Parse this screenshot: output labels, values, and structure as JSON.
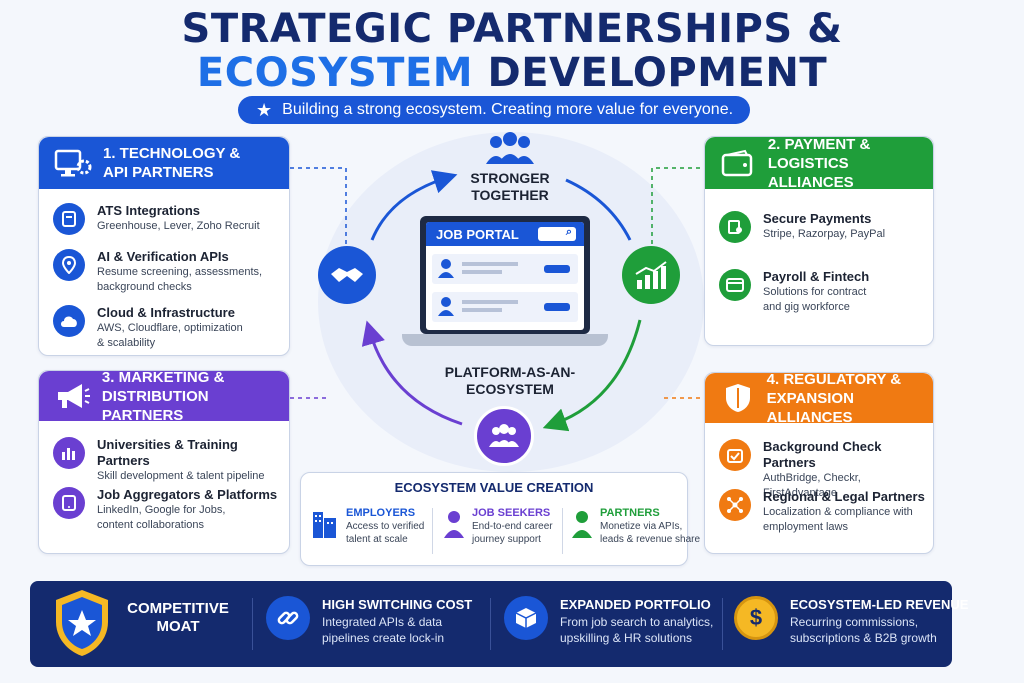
{
  "header": {
    "title_line1": "STRATEGIC PARTNERSHIPS &",
    "title_line2_accent": "ECOSYSTEM",
    "title_line2_rest": "DEVELOPMENT",
    "subtitle": "Building a strong ecosystem. Creating more value for everyone."
  },
  "colors": {
    "navy": "#142a6e",
    "blue": "#1a56d6",
    "green": "#1f9e3a",
    "purple": "#6a3fd1",
    "orange": "#f07a12"
  },
  "tech": {
    "title_l1": "1. TECHNOLOGY &",
    "title_l2": "API PARTNERS",
    "items": [
      {
        "title": "ATS Integrations",
        "d1": "Greenhouse, Lever, Zoho Recruit",
        "d2": ""
      },
      {
        "title": "AI & Verification APIs",
        "d1": "Resume screening, assessments,",
        "d2": "background checks"
      },
      {
        "title": "Cloud & Infrastructure",
        "d1": "AWS, Cloudflare, optimization",
        "d2": "& scalability"
      }
    ]
  },
  "payment": {
    "title_l1": "2. PAYMENT &",
    "title_l2": "LOGISTICS ALLIANCES",
    "items": [
      {
        "title": "Secure Payments",
        "d1": "Stripe, Razorpay, PayPal",
        "d2": ""
      },
      {
        "title": "Payroll & Fintech",
        "d1": "Solutions for contract",
        "d2": "and gig workforce"
      }
    ]
  },
  "marketing": {
    "title_l1": "3. MARKETING &",
    "title_l2": "DISTRIBUTION PARTNERS",
    "items": [
      {
        "title": "Universities & Training Partners",
        "d1": "Skill development & talent pipeline",
        "d2": ""
      },
      {
        "title": "Job Aggregators & Platforms",
        "d1": "LinkedIn, Google for Jobs,",
        "d2": "content collaborations"
      }
    ]
  },
  "regulatory": {
    "title_l1": "4. REGULATORY &",
    "title_l2": "EXPANSION ALLIANCES",
    "items": [
      {
        "title": "Background Check Partners",
        "d1": "AuthBridge, Checkr, FirstAdvantage",
        "d2": ""
      },
      {
        "title": "Regional & Legal Partners",
        "d1": "Localization & compliance with",
        "d2": "employment laws"
      }
    ]
  },
  "center": {
    "top_l1": "STRONGER",
    "top_l2": "TOGETHER",
    "portal": "JOB PORTAL",
    "bottom_l1": "PLATFORM-AS-AN-",
    "bottom_l2": "ECOSYSTEM"
  },
  "value": {
    "title": "ECOSYSTEM VALUE CREATION",
    "cols": [
      {
        "title": "EMPLOYERS",
        "d1": "Access to verified",
        "d2": "talent at scale"
      },
      {
        "title": "JOB SEEKERS",
        "d1": "End-to-end career",
        "d2": "journey support"
      },
      {
        "title": "PARTNERS",
        "d1": "Monetize via APIs,",
        "d2": "leads & revenue share"
      }
    ]
  },
  "bottom": {
    "moat_l1": "COMPETITIVE",
    "moat_l2": "MOAT",
    "cols": [
      {
        "title": "HIGH SWITCHING COST",
        "d1": "Integrated APIs & data",
        "d2": "pipelines create lock-in"
      },
      {
        "title": "EXPANDED PORTFOLIO",
        "d1": "From job search to analytics,",
        "d2": "upskilling & HR solutions"
      },
      {
        "title": "ECOSYSTEM-LED REVENUE",
        "d1": "Recurring commissions,",
        "d2": "subscriptions & B2B growth"
      }
    ]
  }
}
